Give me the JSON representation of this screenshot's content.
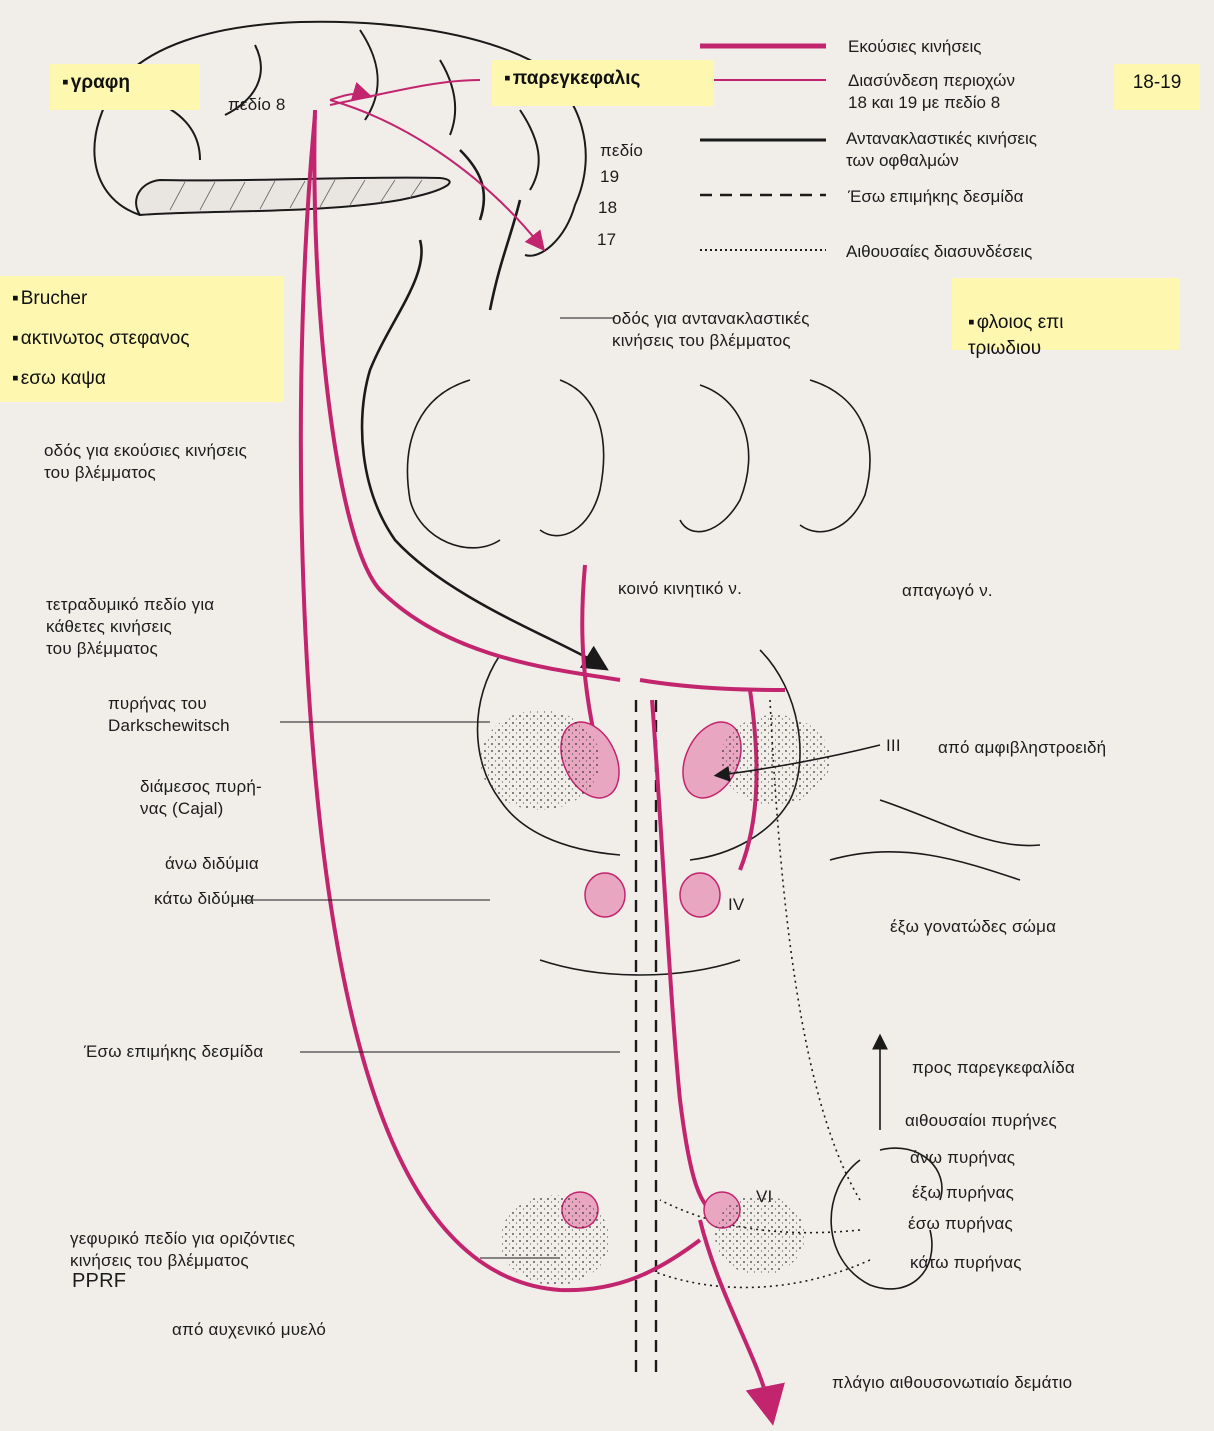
{
  "notes": {
    "grafi": "γραφη",
    "paregkefalis": "παρεγκεφαλις",
    "page_ref": "18-19",
    "left_items": [
      "Brucher",
      "ακτινωτος στεφανος",
      "εσω καψα"
    ],
    "right_note": "φλοιος επι\nτριωδιου"
  },
  "legend": [
    {
      "label": "Εκούσιες κινήσεις",
      "style": "solid-magenta"
    },
    {
      "label": "Διασύνδεση περιοχών\n18 και 19 με πεδίο 8",
      "style": "thin-magenta"
    },
    {
      "label": "Αντανακλαστικές κινήσεις\nτων οφθαλμών",
      "style": "solid-black"
    },
    {
      "label": "Έσω επιμήκης δεσμίδα",
      "style": "dashed-black"
    },
    {
      "label": "Αιθουσαίες διασυνδέσεις",
      "style": "dotted-black"
    }
  ],
  "cortex": {
    "field8": "πεδίο 8",
    "field19": "πεδίο\n19",
    "n18": "18",
    "n17": "17"
  },
  "labels": {
    "reflex_pathway": "οδός για αντανακλαστικές\nκινήσεις του βλέμματος",
    "voluntary_pathway": "οδός για εκούσιες κινήσεις\nτου βλέμματος",
    "tetradymiko": "τετραδυμικό πεδίο για\nκάθετες κινήσεις\nτου βλέμματος",
    "darkschewitsch": "πυρήνας του\nDarkschewitsch",
    "cajal": "διάμεσος πυρή-\nνας (Cajal)",
    "ano_didymia": "άνω διδύμια",
    "kato_didymia": "κάτω διδύμια",
    "mlf": "Έσω επιμήκης δεσμίδα",
    "pprf_desc": "γεφυρικό πεδίο για οριζόντιες\nκινήσεις του βλέμματος",
    "pprf": "PPRF",
    "cervical": "από αυχενικό μυελό",
    "oculomotor": "κοινό κινητικό ν.",
    "abducens": "απαγωγό ν.",
    "iii": "III",
    "retina": "από αμφιβληστροειδή",
    "iv": "IV",
    "lgb": "έξω γονατώδες σώμα",
    "cerebellum": "προς παρεγκεφαλίδα",
    "vestibular": "αιθουσαίοι πυρήνες",
    "superior_nuc": "άνω πυρήνας",
    "lateral_nuc": "έξω πυρήνας",
    "medial_nuc": "έσω πυρήνας",
    "inferior_nuc": "κάτω πυρήνας",
    "vi": "VI",
    "lvst": "πλάγιο αιθουσονωτιαίο δεμάτιο"
  },
  "colors": {
    "voluntary": "#c2256e",
    "reflex": "#1a1a1a",
    "nucleus_fill": "#e8a6c0",
    "note_bg": "#fdf7b0"
  }
}
